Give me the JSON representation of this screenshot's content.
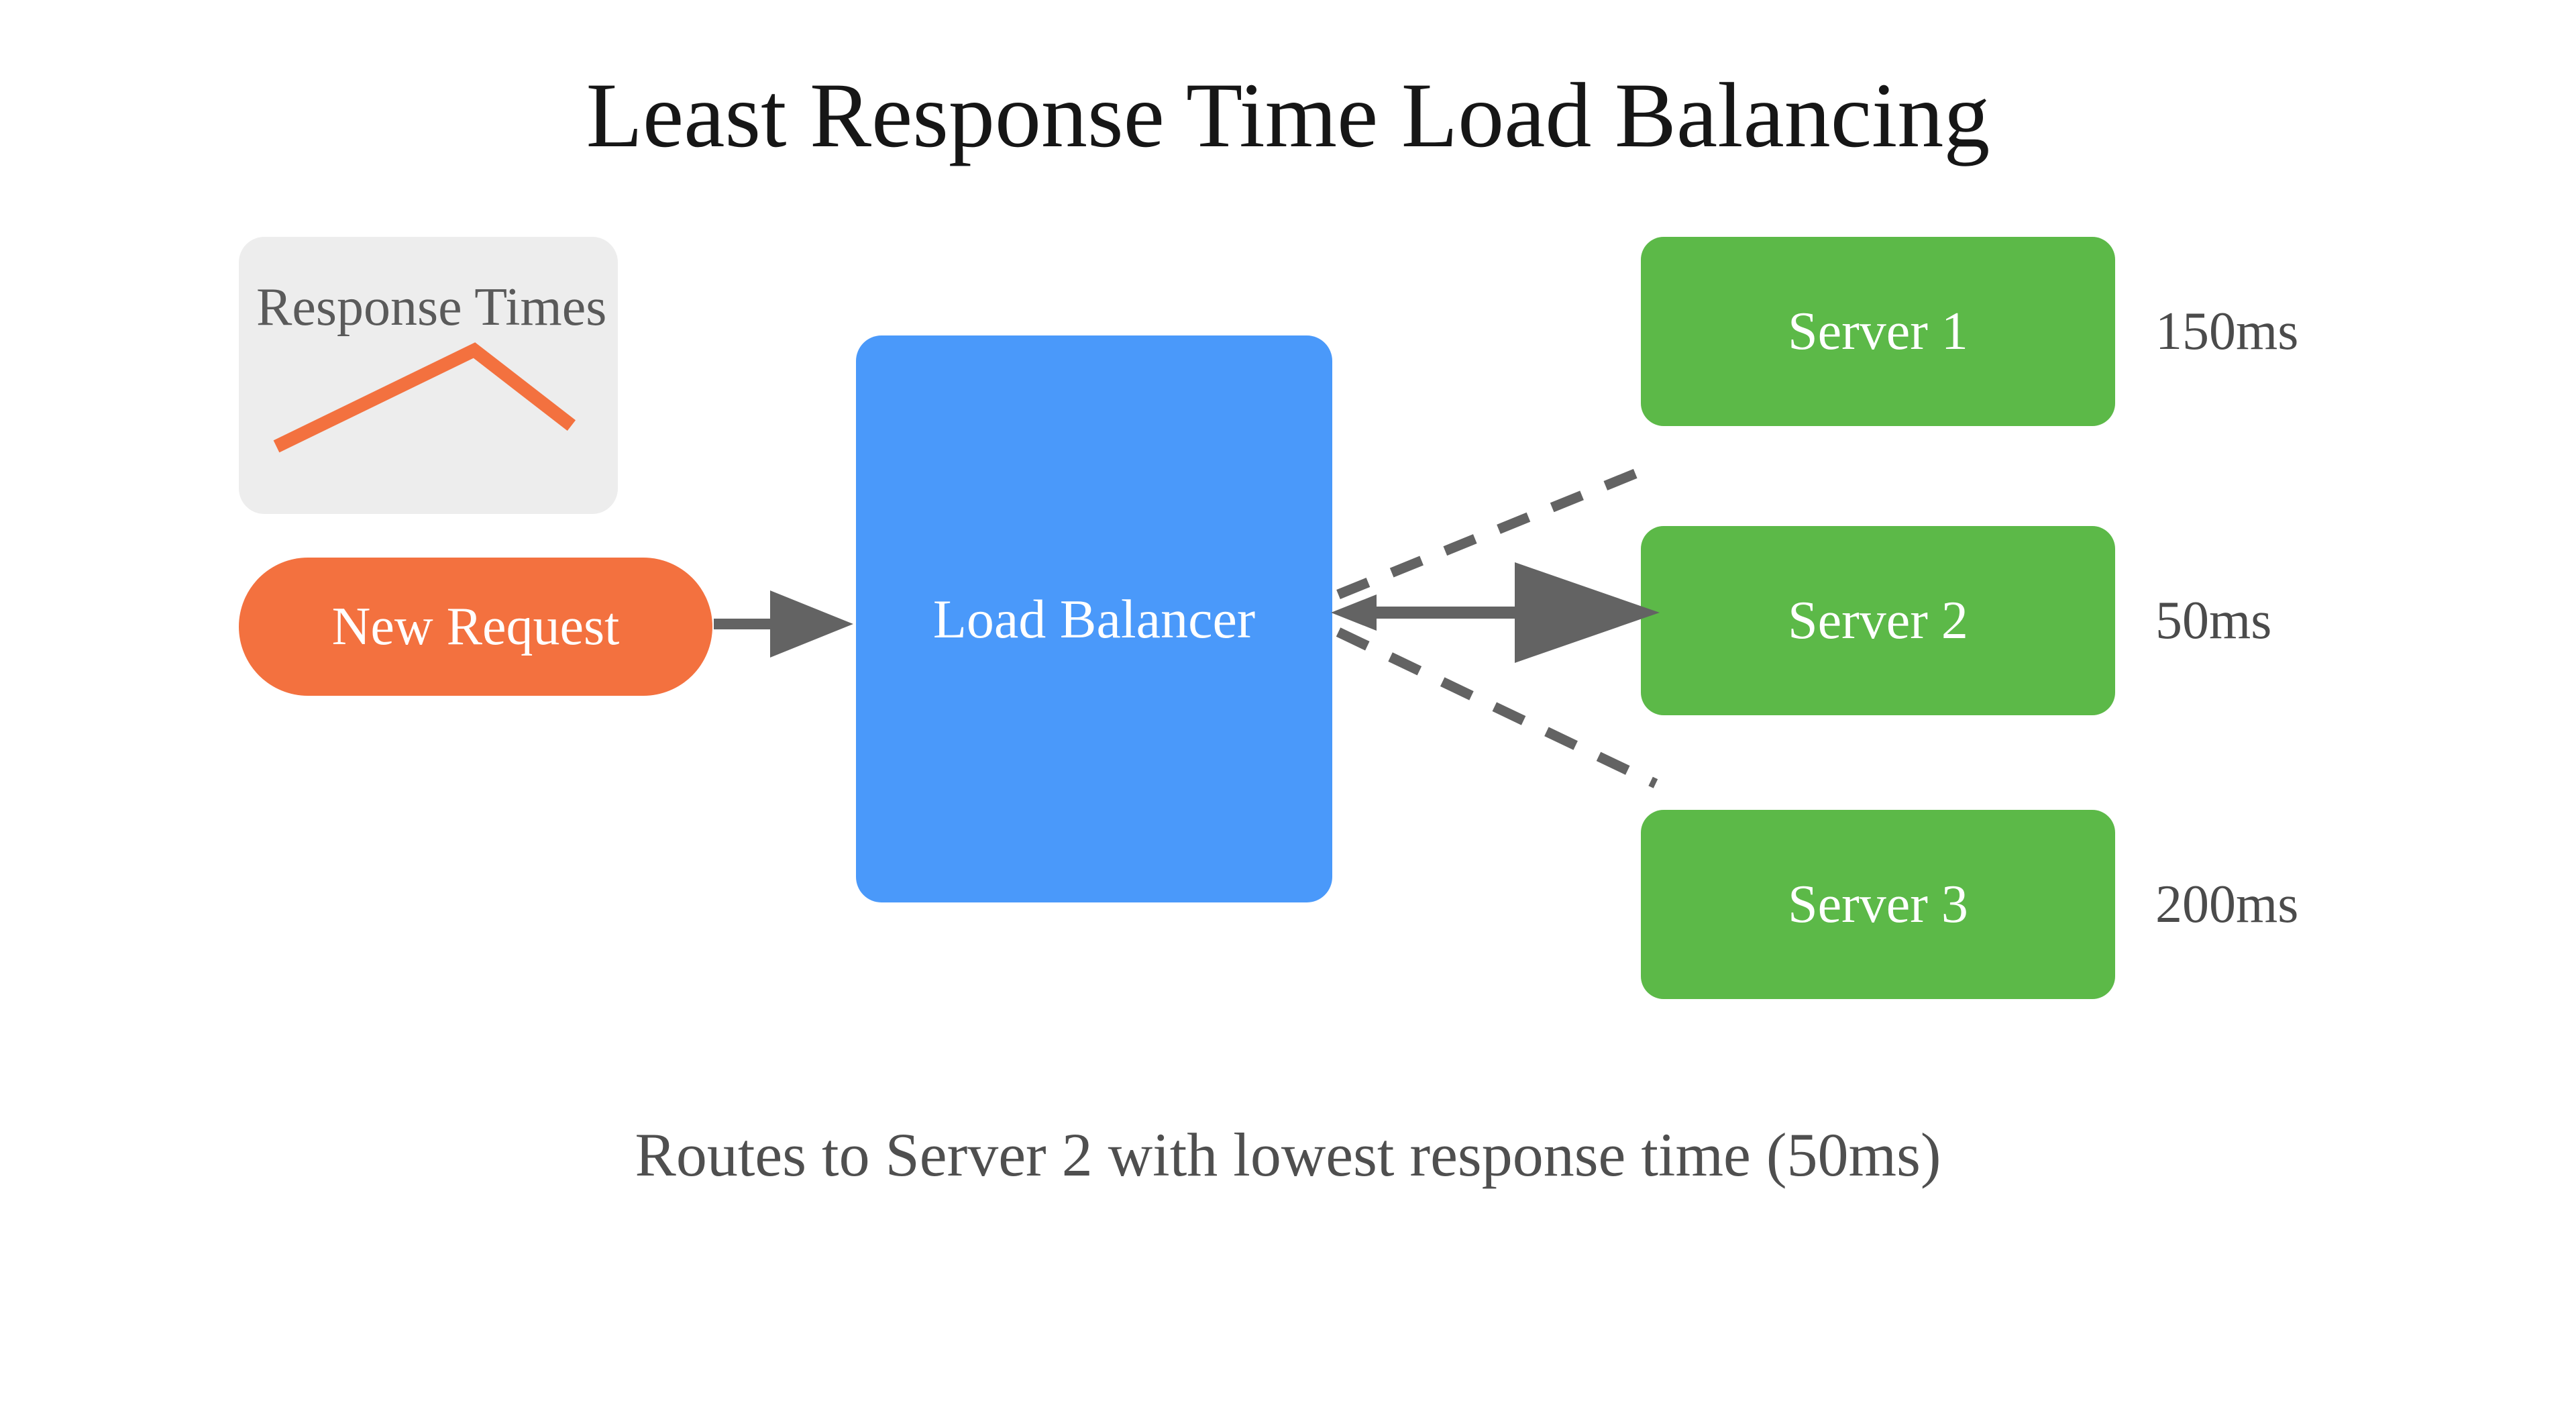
{
  "title": "Least Response Time Load Balancing",
  "response_times_card": {
    "label": "Response Times",
    "sparkline": {
      "points_str": "65,308 351,169 488,275",
      "color": "#f3713f"
    }
  },
  "new_request": {
    "label": "New Request"
  },
  "load_balancer": {
    "label": "Load Balancer"
  },
  "servers": [
    {
      "label": "Server 1",
      "response_time": "150ms",
      "link_style": "dashed"
    },
    {
      "label": "Server 2",
      "response_time": "50ms",
      "link_style": "solid-arrow"
    },
    {
      "label": "Server 3",
      "response_time": "200ms",
      "link_style": "dashed"
    }
  ],
  "caption": "Routes to Server 2 with lowest response time (50ms)",
  "colors": {
    "orange": "#f3713f",
    "blue": "#4a99fa",
    "green": "#5cb948",
    "arrow_gray": "#636363",
    "card_gray": "#ededed",
    "title_text": "#161616",
    "muted_text": "#4f4f4f"
  }
}
